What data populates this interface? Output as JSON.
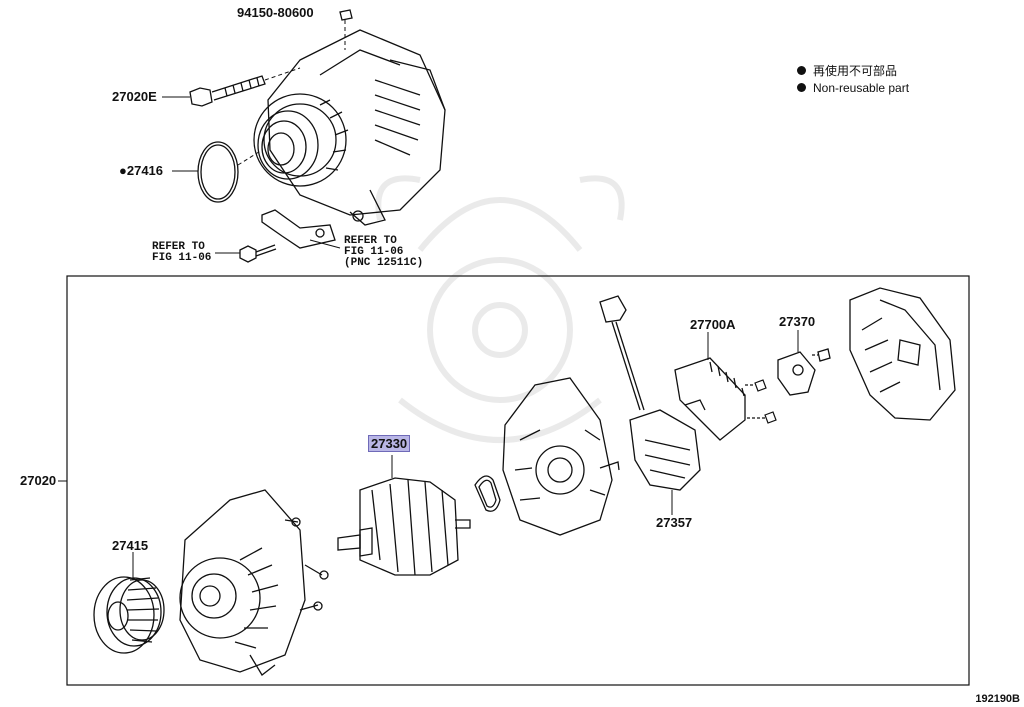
{
  "parts": {
    "p94150": "94150-80600",
    "p27020E": "27020E",
    "p27416": "27416",
    "p27020": "27020",
    "p27415": "27415",
    "p27330": "27330",
    "p27700A": "27700A",
    "p27370": "27370",
    "p27357": "27357"
  },
  "refs": {
    "left_line1": "REFER TO",
    "left_line2": "FIG 11-06",
    "right_line1": "REFER TO",
    "right_line2": "FIG 11-06",
    "right_line3": "(PNC 12511C)"
  },
  "legend": {
    "jp": "再使用不可部品",
    "en": "Non-reusable part"
  },
  "diagram_number": "192190B",
  "colors": {
    "highlight": "#b9b6e6",
    "line": "#111111"
  }
}
